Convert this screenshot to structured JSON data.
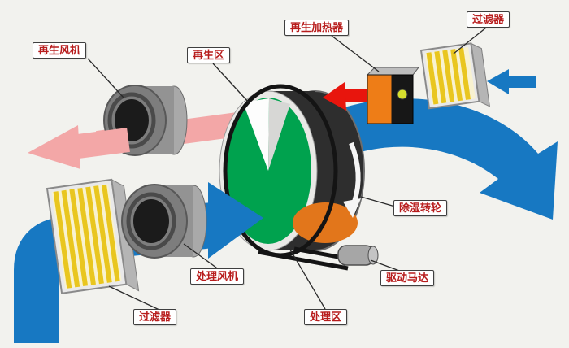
{
  "diagram": {
    "type": "desiccant-wheel-dehumidifier-schematic",
    "labels": {
      "regen_fan": "再生风机",
      "regen_zone": "再生区",
      "regen_heater": "再生加热器",
      "filter_top": "过滤器",
      "dehumid_wheel": "除湿转轮",
      "drive_motor": "驱动马达",
      "process_fan": "处理风机",
      "process_zone": "处理区",
      "filter_bottom": "过滤器"
    },
    "colors": {
      "process_air": "#1778c2",
      "regen_exhaust": "#f3a7a7",
      "hot_air": "#e8150d",
      "wheel_face": "#00a24e",
      "regen_sector": "#fdfdfd",
      "filter_pleats": "#e9c61f",
      "heater_body": "#ee7d17",
      "background": "#f2f2ee"
    }
  }
}
